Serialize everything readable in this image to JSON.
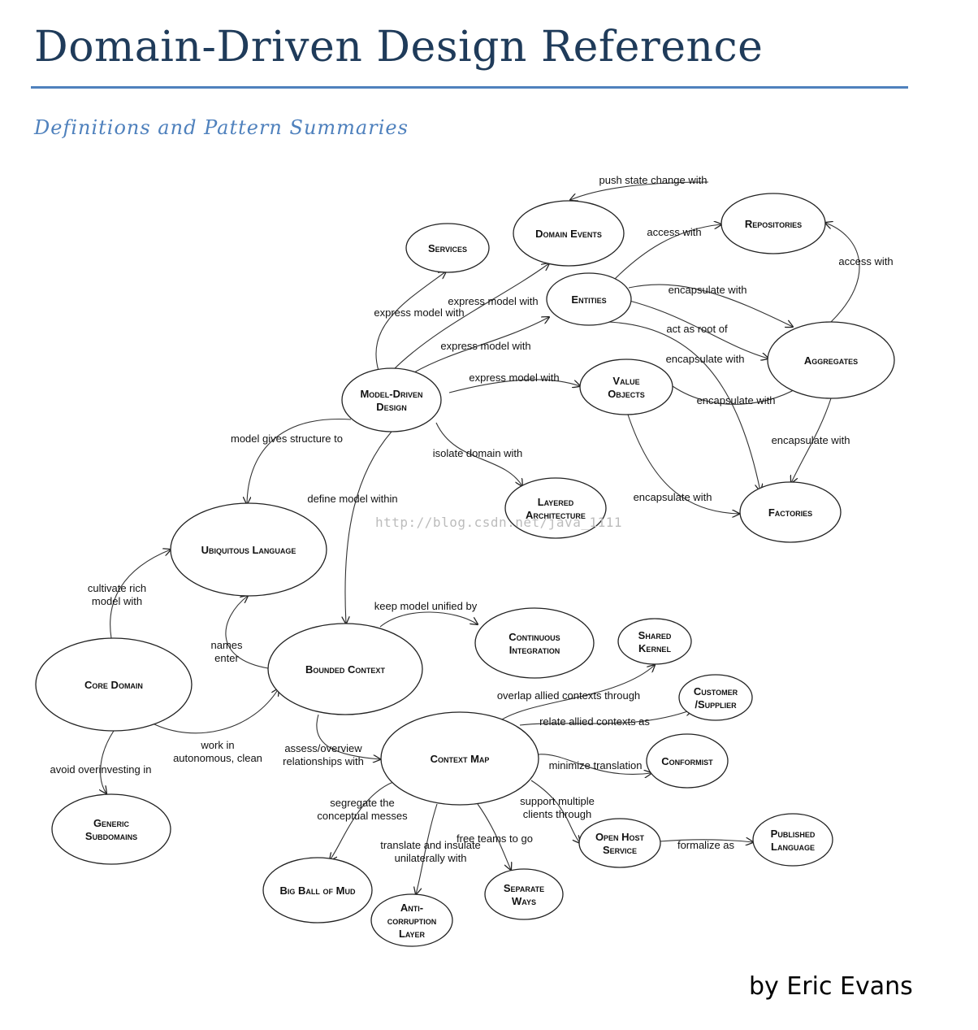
{
  "header": {
    "title": "Domain-Driven Design Reference",
    "subtitle": "Definitions and Pattern Summaries"
  },
  "footer": {
    "author": "by Eric Evans"
  },
  "watermark": "http://blog.csdn.net/java_1111",
  "nodes": {
    "domain_events": [
      "Domain Events"
    ],
    "services": [
      "Services"
    ],
    "repositories": [
      "Repositories"
    ],
    "entities": [
      "Entities"
    ],
    "aggregates": [
      "Aggregates"
    ],
    "model_driven": [
      "Model-Driven",
      "Design"
    ],
    "value_objects": [
      "Value",
      "Objects"
    ],
    "factories": [
      "Factories"
    ],
    "layered": [
      "Layered",
      "Architecture"
    ],
    "ubiquitous": [
      "Ubiquitous Language"
    ],
    "continuous": [
      "Continuous",
      "Integration"
    ],
    "shared_kernel": [
      "Shared",
      "Kernel"
    ],
    "customer_supplier": [
      "Customer",
      "/Supplier"
    ],
    "core_domain": [
      "Core Domain"
    ],
    "bounded": [
      "Bounded Context"
    ],
    "context_map": [
      "Context Map"
    ],
    "conformist": [
      "Conformist"
    ],
    "generic": [
      "Generic",
      "Subdomains"
    ],
    "open_host": [
      "Open Host",
      "Service"
    ],
    "published": [
      "Published",
      "Language"
    ],
    "big_ball": [
      "Big Ball of Mud"
    ],
    "separate": [
      "Separate",
      "Ways"
    ],
    "anticorruption": [
      "Anti-",
      "corruption",
      "Layer"
    ]
  },
  "edges": {
    "push_state": [
      "push state change with"
    ],
    "access_repo": [
      "access with"
    ],
    "agg_access": [
      "access with"
    ],
    "md_services": [
      "express model with"
    ],
    "md_events": [
      "express model with"
    ],
    "md_entities": [
      "express model with"
    ],
    "md_vo": [
      "express model with"
    ],
    "ent_agg": [
      "encapsulate with"
    ],
    "ent_root": [
      "act as root of"
    ],
    "ent_fact": [
      "encapsulate with"
    ],
    "vo_agg": [
      "encapsulate with"
    ],
    "agg_fact": [
      "encapsulate with"
    ],
    "vo_fact": [
      "encapsulate with"
    ],
    "md_ul": [
      "model gives structure to"
    ],
    "md_layered": [
      "isolate domain with"
    ],
    "md_bc": [
      "define model within"
    ],
    "core_ul": [
      "cultivate rich",
      "model with"
    ],
    "bc_ul": [
      "names",
      "enter"
    ],
    "bc_ci": [
      "keep model unified by"
    ],
    "core_bc": [
      "work in",
      "autonomous, clean"
    ],
    "core_generic": [
      "avoid overinvesting in"
    ],
    "bc_cm": [
      "assess/overview",
      "relationships with"
    ],
    "cm_sk": [
      "overlap allied contexts through"
    ],
    "cm_cs": [
      "relate allied contexts as"
    ],
    "cm_conf": [
      "minimize translation"
    ],
    "cm_ohs": [
      "support multiple",
      "clients through"
    ],
    "ohs_pl": [
      "formalize as"
    ],
    "cm_bbom": [
      "segregate the",
      "conceptual messes"
    ],
    "cm_sw": [
      "free teams to go"
    ],
    "cm_acl": [
      "translate and insulate",
      "unilaterally with"
    ]
  }
}
